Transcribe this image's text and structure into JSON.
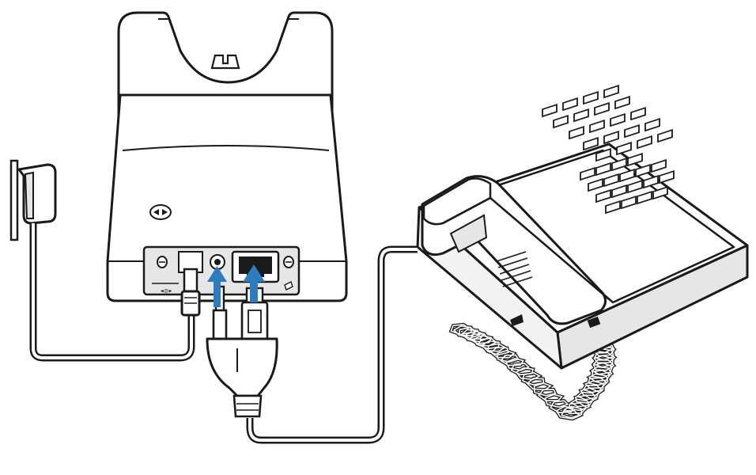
{
  "diagram": {
    "components": [
      {
        "id": "power-adapter",
        "icon": "wall-power-adapter"
      },
      {
        "id": "base",
        "icon": "headset-base"
      },
      {
        "id": "telephone",
        "icon": "desk-telephone"
      },
      {
        "id": "y-cable",
        "icon": "y-cable-splitter"
      }
    ],
    "base_panel": {
      "left_icon": "power-dc-icon",
      "right_icon": "phone-jack-icon"
    },
    "connections": [
      {
        "from": "power-adapter",
        "to": "base",
        "port": "power"
      },
      {
        "from": "y-cable",
        "to": "base",
        "port": "audio"
      },
      {
        "from": "y-cable",
        "to": "base",
        "port": "telephone"
      },
      {
        "from": "y-cable",
        "to": "telephone",
        "port": "handset"
      }
    ],
    "colors": {
      "line": "#1a1a1a",
      "arrow": "#2f7bbf",
      "fill": "#ffffff",
      "shade": "#e6e6e6",
      "dark_shade": "#cfcfcf"
    }
  }
}
